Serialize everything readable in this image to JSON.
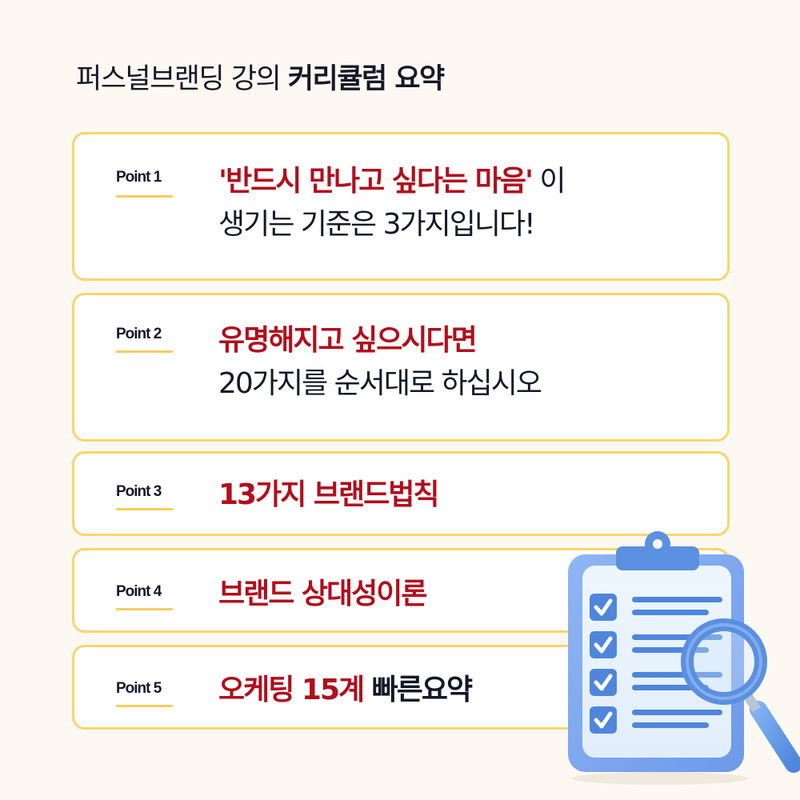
{
  "title": {
    "regular": "퍼스널브랜딩 강의 ",
    "bold": "커리큘럼 요약"
  },
  "points": [
    {
      "label": "Point 1",
      "line1_highlight": "'반드시 만나고 싶다는 마음'",
      "line1_rest": " 이",
      "line2": "생기는 기준은 3가지입니다!"
    },
    {
      "label": "Point 2",
      "line1_highlight": "유명해지고 싶으시다면",
      "line2": "20가지를 순서대로 하십시오"
    },
    {
      "label": "Point 3",
      "line1_highlight": "13가지 브랜드법칙"
    },
    {
      "label": "Point 4",
      "line1_highlight": "브랜드 상대성이론"
    },
    {
      "label": "Point 5",
      "line1_highlight": "오케팅 15계",
      "line1_rest": " 빠른요약"
    }
  ],
  "illustration": {
    "icon": "clipboard-checklist-with-magnifier",
    "checklist_items": 4
  },
  "colors": {
    "background": "#fdf9f2",
    "card_border": "#fcd46a",
    "highlight_red": "#b10e1c",
    "text_dark": "#141826",
    "clipboard_blue": "#5b8fe0"
  }
}
